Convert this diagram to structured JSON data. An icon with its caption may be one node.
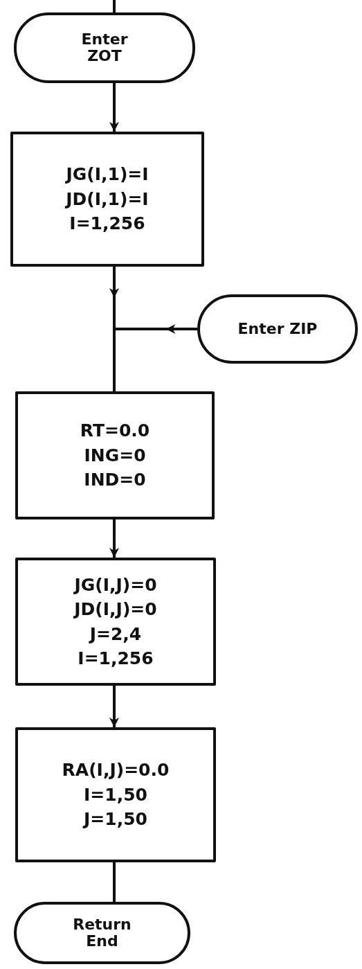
{
  "diagram": {
    "nodes": [
      {
        "text": [
          "Enter ZOT"
        ]
      },
      {
        "text": [
          "JG(I,1)=I",
          "JD(I,1)=I",
          "I=1,256"
        ]
      },
      {
        "text": [
          "Enter ZIP"
        ]
      },
      {
        "text": [
          "RT=0.0",
          "ING=0",
          "IND=0"
        ]
      },
      {
        "text": [
          "JG(I,J)=0",
          "JD(I,J)=0",
          "J=2,4",
          "I=1,256"
        ]
      },
      {
        "text": [
          "RA(I,J)=0.0",
          "I=1,50",
          "J=1,50"
        ]
      },
      {
        "text": [
          "Return End"
        ]
      }
    ],
    "edges": [
      {
        "from": null,
        "to": 0,
        "arrow": "none"
      },
      {
        "from": 0,
        "to": 1,
        "arrow": "to"
      },
      {
        "from": 1,
        "to": 3,
        "arrow": "to"
      },
      {
        "from": 2,
        "to": 3,
        "arrow": "to"
      },
      {
        "from": 3,
        "to": 4,
        "arrow": "to"
      },
      {
        "from": 4,
        "to": 5,
        "arrow": "to"
      },
      {
        "from": 5,
        "to": 6,
        "arrow": "none"
      }
    ]
  }
}
